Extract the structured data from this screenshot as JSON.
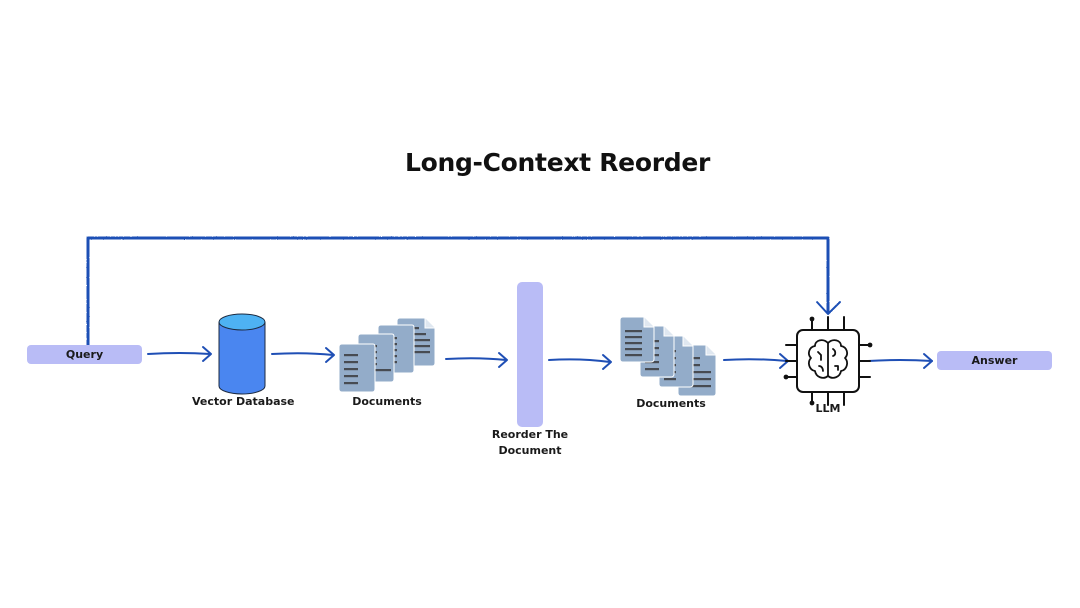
{
  "title": "Long-Context Reorder",
  "colors": {
    "arrow": "#1f4fb5",
    "node_fill": "#b9bcf6",
    "database_body": "#4a86f0",
    "database_top": "#4eb2f3",
    "document_fill": "#93acc9",
    "document_lines": "#474b52",
    "chip_stroke": "#111111"
  },
  "nodes": {
    "query": {
      "label": "Query",
      "icon": "rounded-box"
    },
    "vector_database": {
      "label": "Vector Database",
      "icon": "database-cylinder-icon"
    },
    "documents_retrieved": {
      "label": "Documents",
      "icon": "document-stack-icon"
    },
    "reorder": {
      "label_line1": "Reorder The",
      "label_line2": "Document",
      "icon": "vertical-bar"
    },
    "documents_reordered": {
      "label": "Documents",
      "icon": "document-stack-icon"
    },
    "llm": {
      "label": "LLM",
      "icon": "brain-chip-icon"
    },
    "answer": {
      "label": "Answer",
      "icon": "rounded-box"
    }
  },
  "edges": [
    {
      "from": "Query",
      "to": "Vector Database"
    },
    {
      "from": "Vector Database",
      "to": "Documents"
    },
    {
      "from": "Documents",
      "to": "Reorder The Document"
    },
    {
      "from": "Reorder The Document",
      "to": "Documents"
    },
    {
      "from": "Documents",
      "to": "LLM"
    },
    {
      "from": "LLM",
      "to": "Answer"
    },
    {
      "from": "Query",
      "to": "LLM",
      "route": "top-bypass"
    }
  ]
}
